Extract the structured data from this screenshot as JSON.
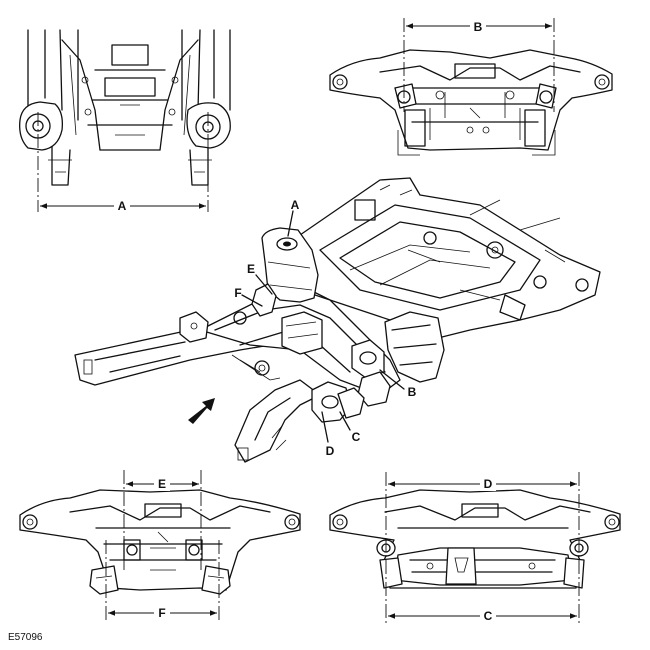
{
  "labels": {
    "A": "A",
    "B": "B",
    "C": "C",
    "D": "D",
    "E": "E",
    "F": "F"
  },
  "figure_code": "E57096"
}
